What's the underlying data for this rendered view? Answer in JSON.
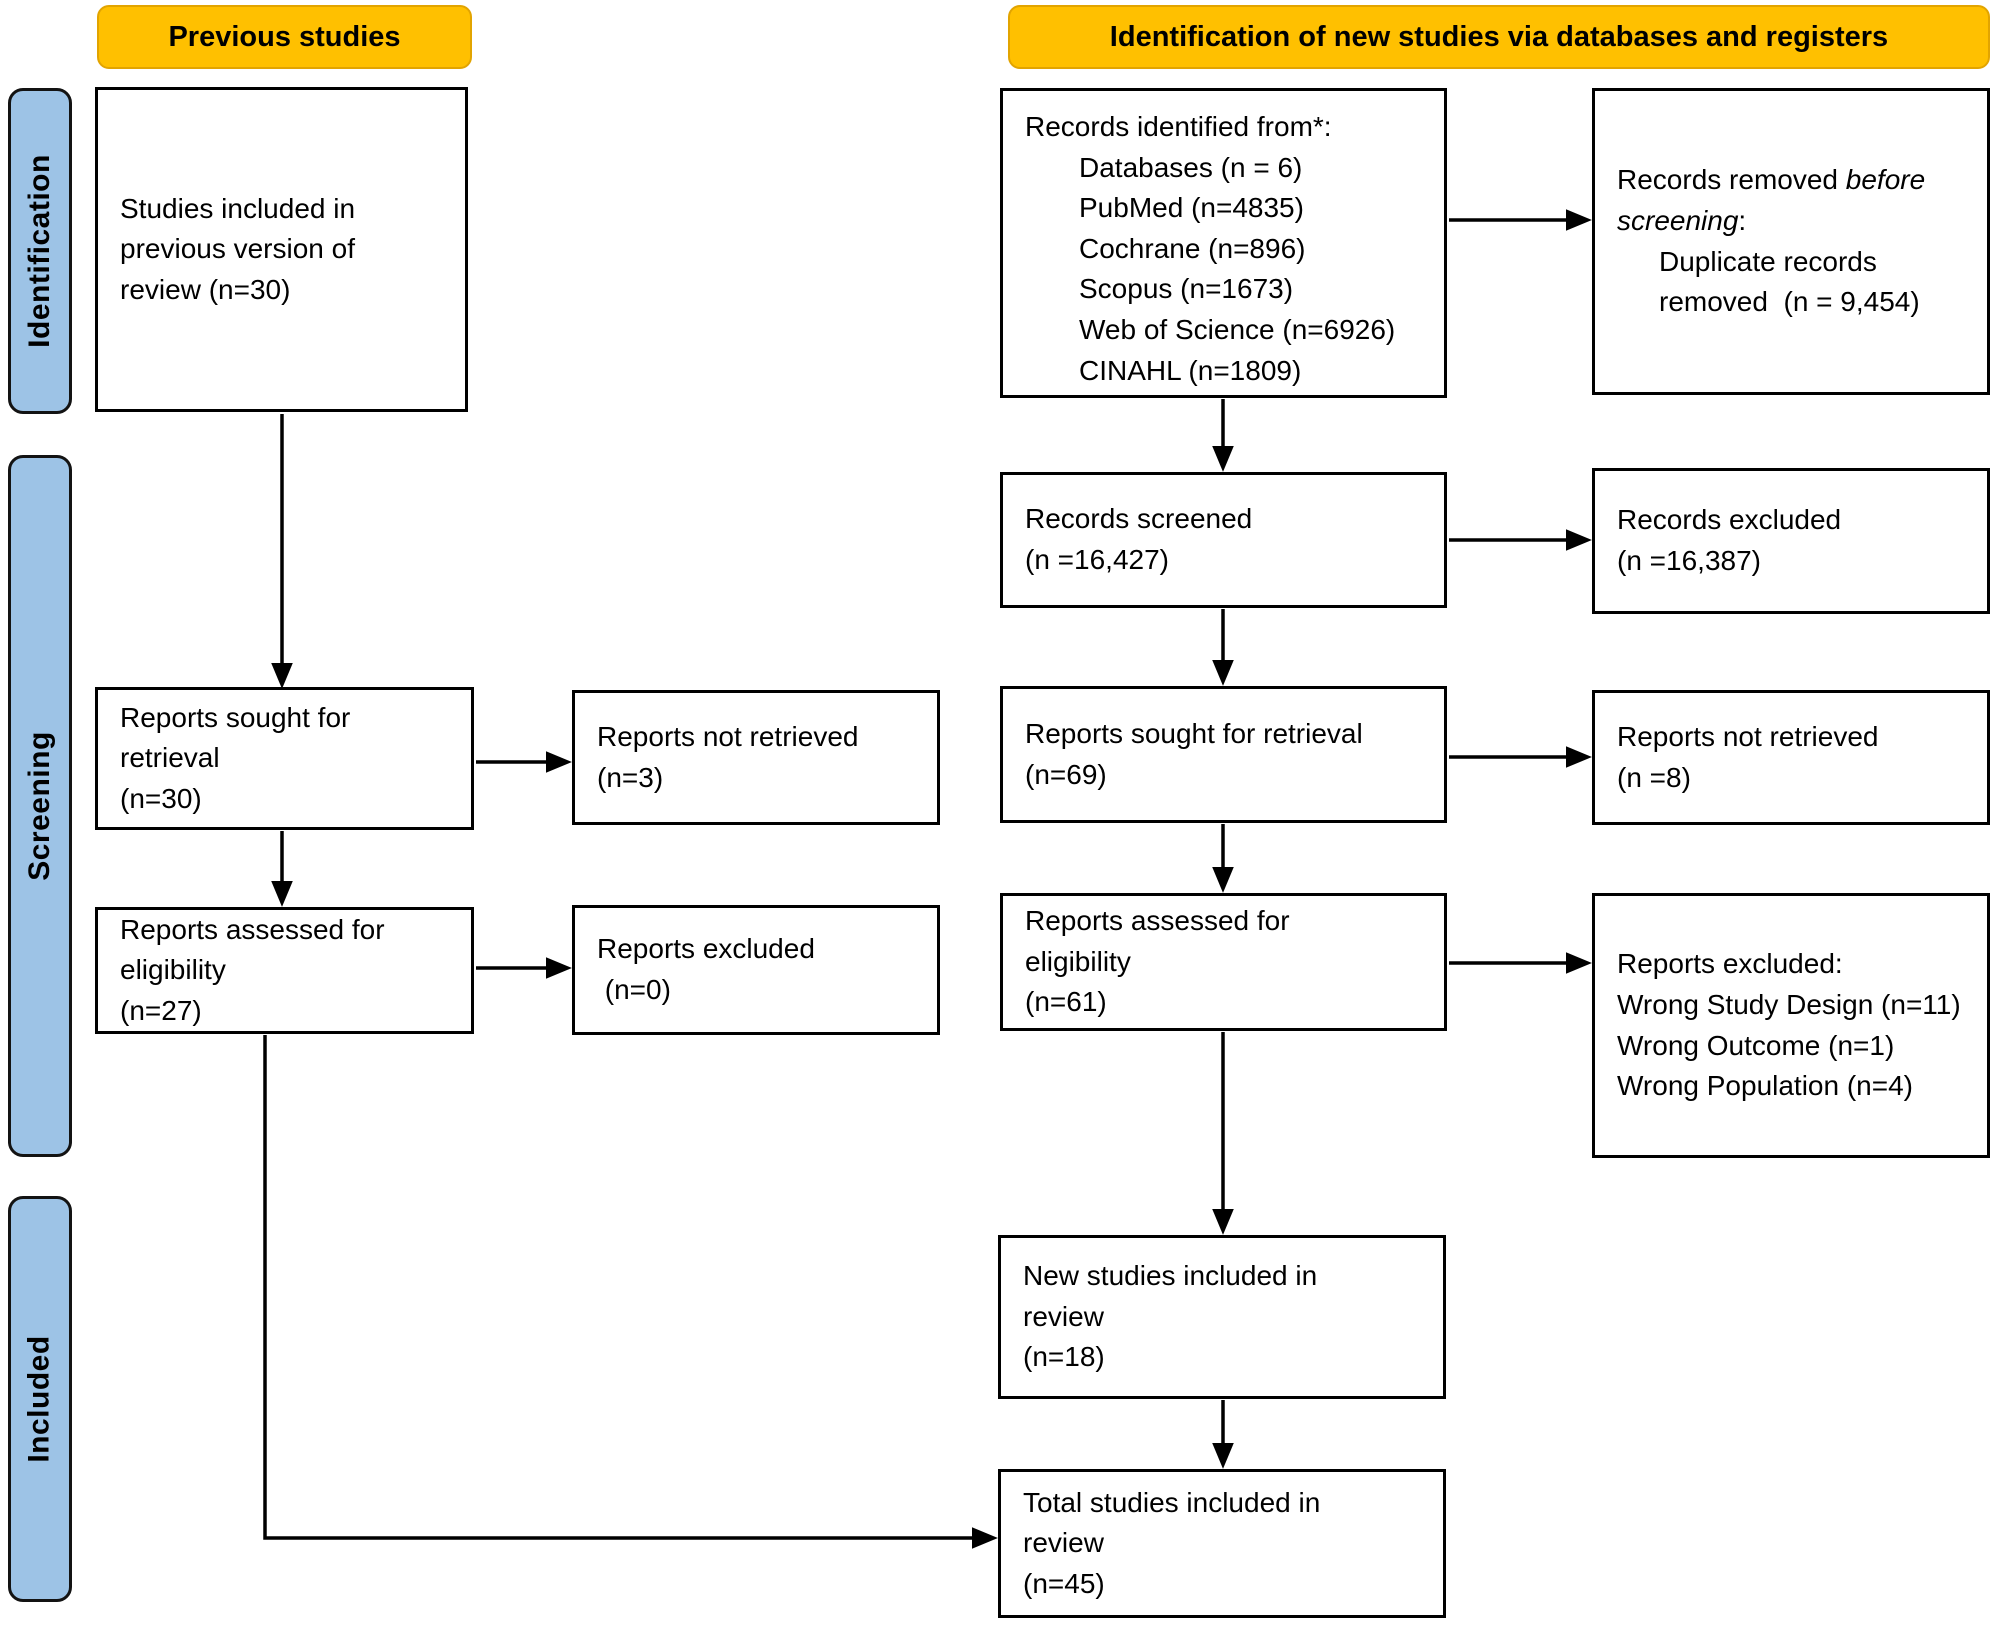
{
  "headers": {
    "previous": "Previous studies",
    "new_studies": "Identification of new studies via databases and registers"
  },
  "sidebar": {
    "identification": "Identification",
    "screening": "Screening",
    "included": "Included"
  },
  "colors": {
    "header_bg": "#FFC000",
    "header_border": "#E2A400",
    "sidebar_bg": "#9DC3E6",
    "box_border": "#000000"
  },
  "boxes": {
    "prev_included": {
      "text": "Studies included in\nprevious version of\nreview (n=30)"
    },
    "records_identified": {
      "title": "Records identified from*:",
      "sources": "Databases (n = 6)\nPubMed (n=4835)\nCochrane (n=896)\nScopus (n=1673)\nWeb of Science (n=6926)\nCINAHL (n=1809)"
    },
    "records_removed": {
      "prefix": "Records removed ",
      "italic": "before screening",
      "suffix": ":",
      "detail": "Duplicate records\nremoved  (n = 9,454)"
    },
    "records_screened": {
      "text": "Records screened\n(n =16,427)"
    },
    "records_excluded": {
      "text": "Records excluded\n(n =16,387)"
    },
    "prev_sought": {
      "text": "Reports sought for\nretrieval\n(n=30)"
    },
    "prev_not_retrieved": {
      "text": "Reports not retrieved\n(n=3)"
    },
    "new_sought": {
      "text": "Reports sought for retrieval\n(n=69)"
    },
    "new_not_retrieved": {
      "text": "Reports not retrieved\n(n =8)"
    },
    "prev_assessed": {
      "text": "Reports assessed for\neligibility\n(n=27)"
    },
    "prev_excluded": {
      "text": "Reports excluded\n (n=0)"
    },
    "new_assessed": {
      "text": "Reports assessed for\neligibility\n(n=61)"
    },
    "new_excluded": {
      "text": "Reports excluded:\nWrong Study Design (n=11)\nWrong Outcome (n=1)\nWrong Population (n=4)"
    },
    "new_included": {
      "text": "New studies included in\nreview\n(n=18)"
    },
    "total_included": {
      "text": "Total studies included in\nreview\n(n=45)"
    }
  }
}
